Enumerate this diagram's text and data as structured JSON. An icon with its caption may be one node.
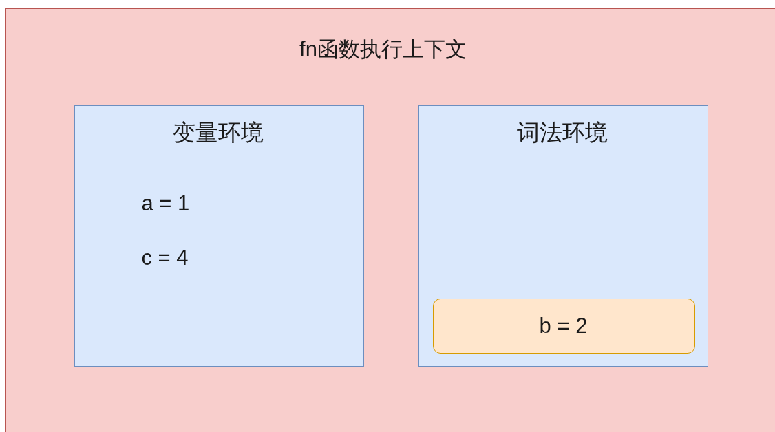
{
  "diagram": {
    "nodes": [
      {
        "text": [
          "fn函数执行上下文"
        ]
      },
      {
        "text": [
          "变量环境",
          "a = 1",
          "c = 4"
        ],
        "in": 0
      },
      {
        "text": [
          "词法环境"
        ],
        "in": 0
      },
      {
        "text": [
          "b = 2"
        ],
        "in": 2
      }
    ]
  }
}
